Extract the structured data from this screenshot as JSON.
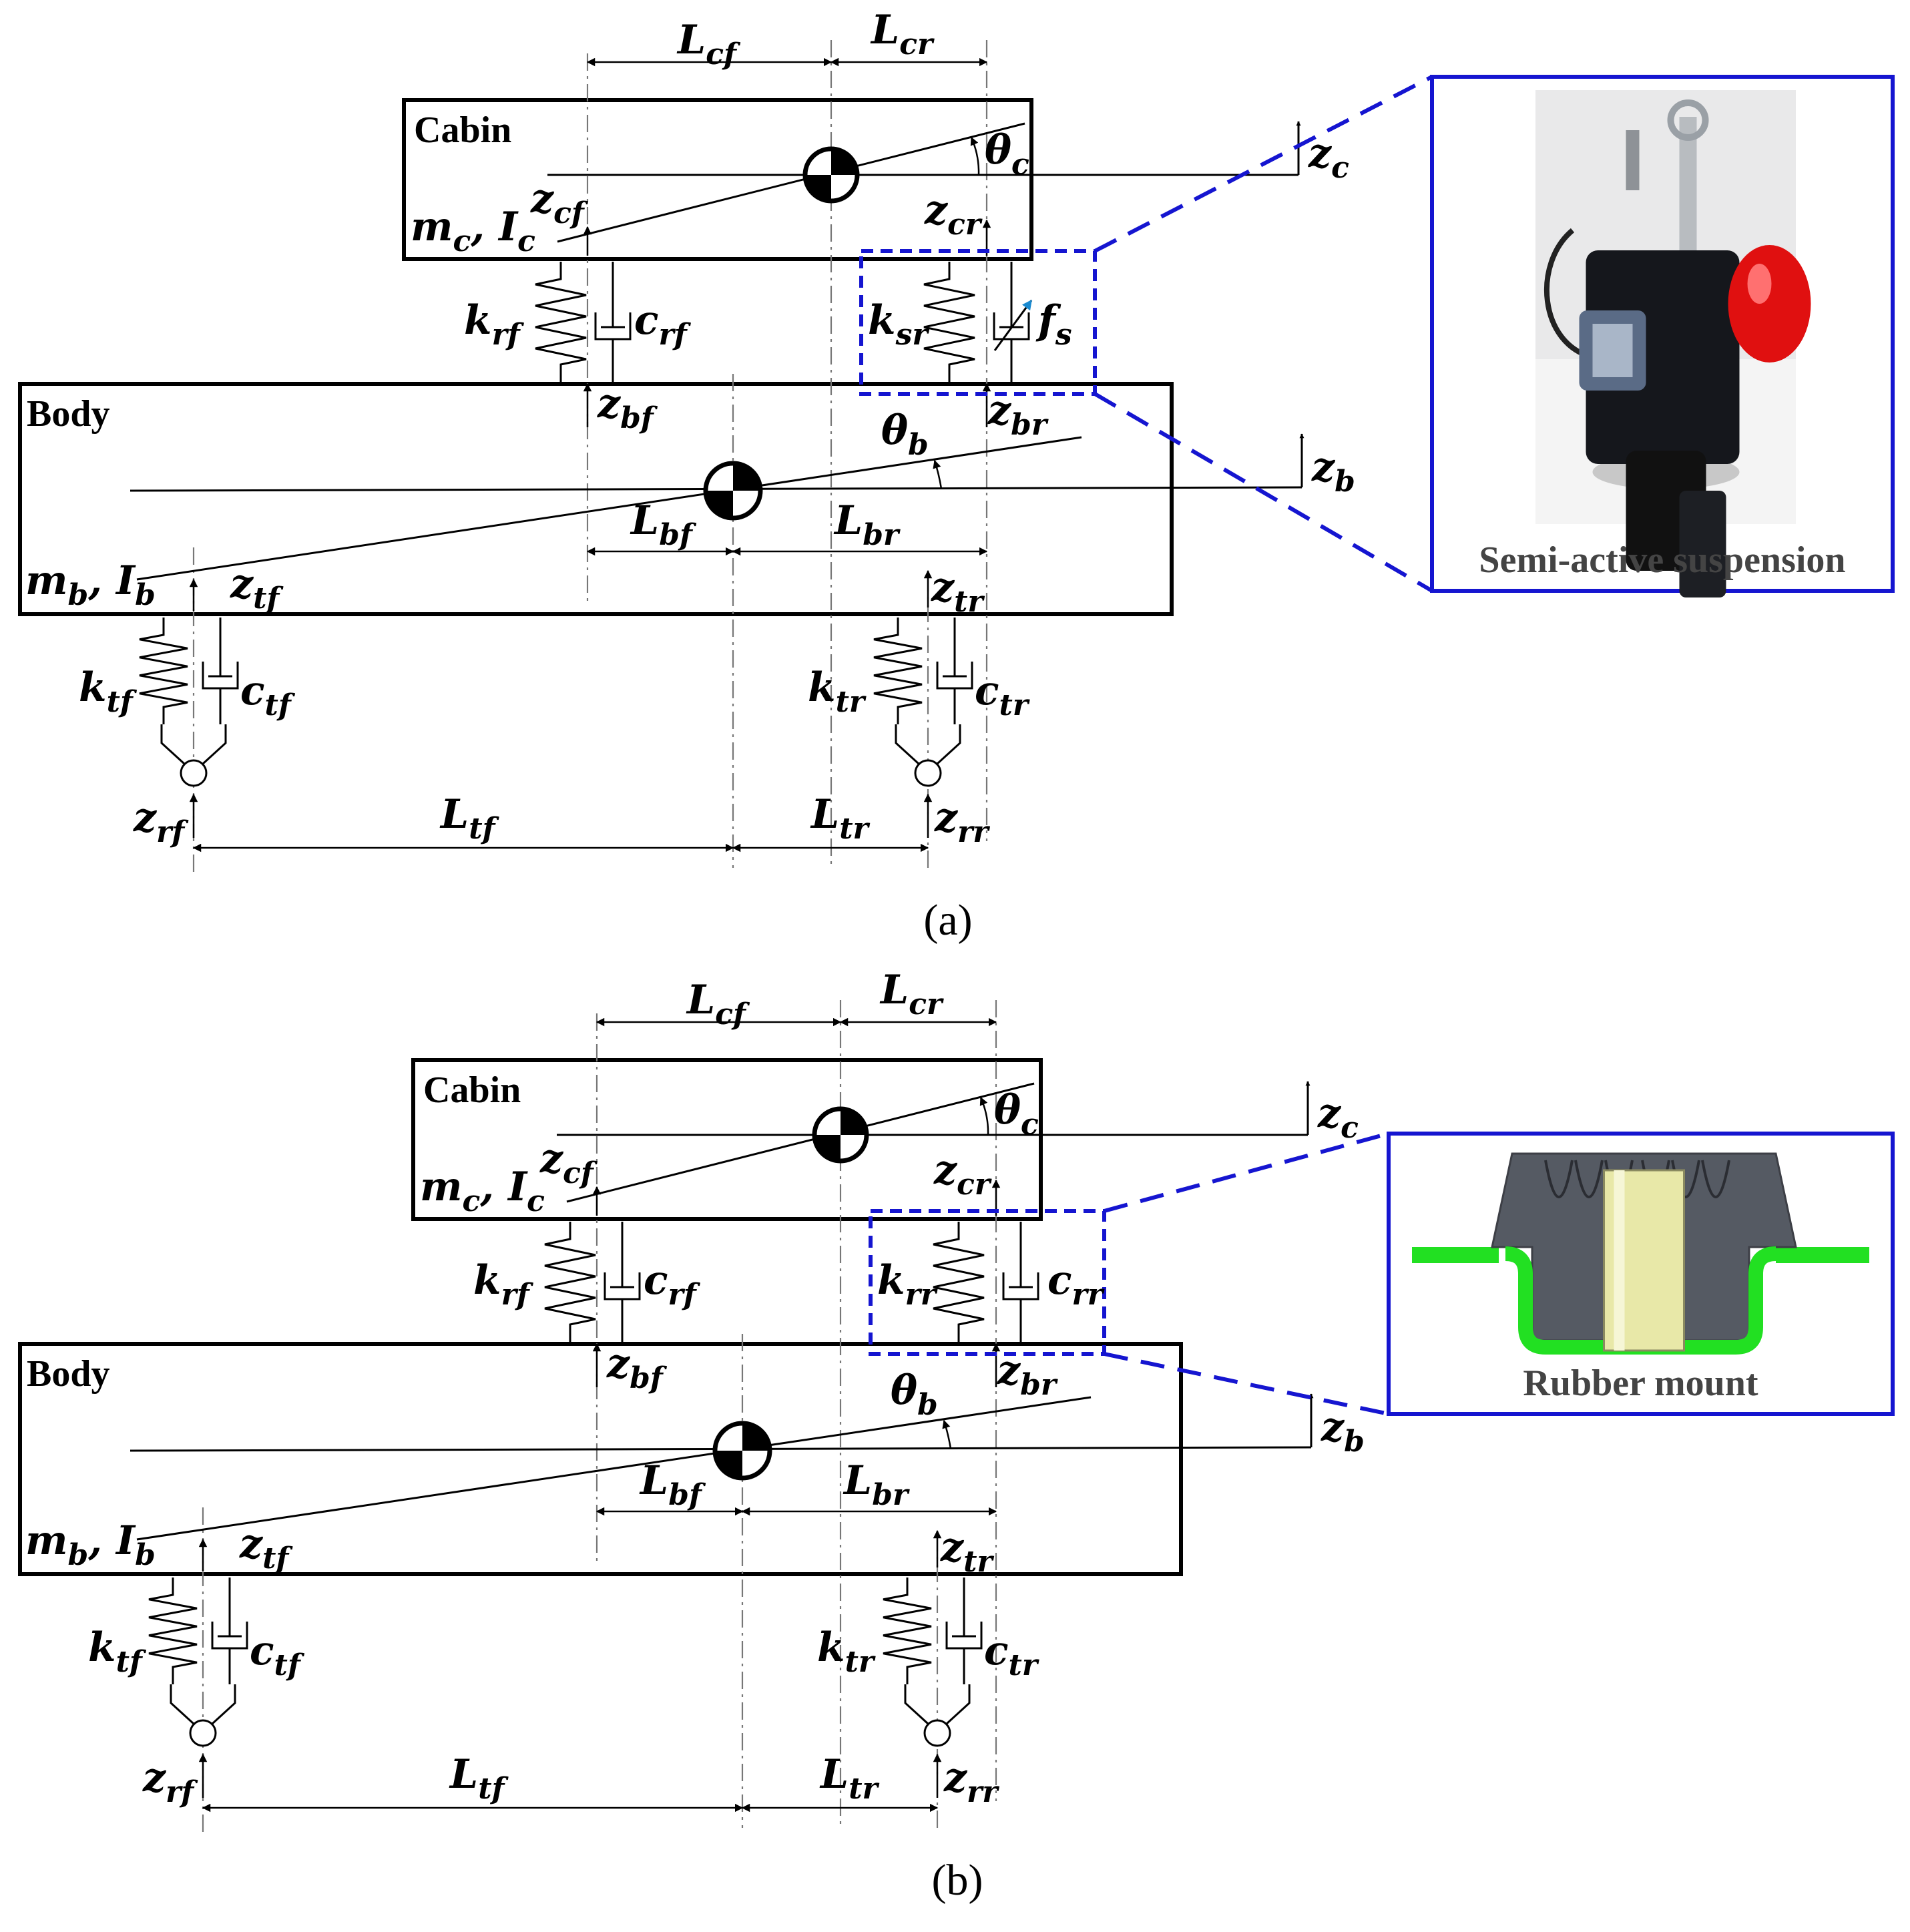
{
  "colors": {
    "highlight": "#1515d0",
    "actuator_arrow": "#1a8ad0",
    "mount_green": "#22e022",
    "sleeve_yellow": "#e8e8a8",
    "rubber_grey": "#555a63",
    "knob_red": "#e01010"
  },
  "panels": [
    {
      "id": "a",
      "panel_label": "(a)",
      "cabin_label": "Cabin",
      "body_label": "Body",
      "cabin_mass": {
        "base1": "m",
        "sub1": "c",
        "mid": ", ",
        "base2": "I",
        "sub2": "c"
      },
      "body_mass": {
        "base1": "m",
        "sub1": "b",
        "mid": ", ",
        "base2": "I",
        "sub2": "b"
      },
      "front_spring": {
        "base": "k",
        "sub": "rf"
      },
      "front_damper": {
        "base": "c",
        "sub": "rf"
      },
      "rear_spring": {
        "base": "k",
        "sub": "sr"
      },
      "rear_element": {
        "base": "f",
        "sub": "s"
      },
      "inset_caption": "Semi-active suspension",
      "inset_image": "semi-active-suspension-photo",
      "inset_icon": "semi-active-damper-icon"
    },
    {
      "id": "b",
      "panel_label": "(b)",
      "cabin_label": "Cabin",
      "body_label": "Body",
      "cabin_mass": {
        "base1": "m",
        "sub1": "c",
        "mid": ", ",
        "base2": "I",
        "sub2": "c"
      },
      "body_mass": {
        "base1": "m",
        "sub1": "b",
        "mid": ", ",
        "base2": "I",
        "sub2": "b"
      },
      "front_spring": {
        "base": "k",
        "sub": "rf"
      },
      "front_damper": {
        "base": "c",
        "sub": "rf"
      },
      "rear_spring": {
        "base": "k",
        "sub": "rr"
      },
      "rear_element": {
        "base": "c",
        "sub": "rr"
      },
      "inset_caption": "Rubber mount",
      "inset_image": "rubber-mount-cross-section",
      "inset_icon": "rubber-mount-icon"
    }
  ],
  "symbols": {
    "L_cf": {
      "base": "L",
      "sub": "cf"
    },
    "L_cr": {
      "base": "L",
      "sub": "cr"
    },
    "theta_c": {
      "base": "θ",
      "sub": "c"
    },
    "z_c": {
      "base": "z",
      "sub": "c"
    },
    "z_cf": {
      "base": "z",
      "sub": "cf"
    },
    "z_cr": {
      "base": "z",
      "sub": "cr"
    },
    "z_bf": {
      "base": "z",
      "sub": "bf"
    },
    "z_br": {
      "base": "z",
      "sub": "br"
    },
    "theta_b": {
      "base": "θ",
      "sub": "b"
    },
    "z_b": {
      "base": "z",
      "sub": "b"
    },
    "L_bf": {
      "base": "L",
      "sub": "bf"
    },
    "L_br": {
      "base": "L",
      "sub": "br"
    },
    "z_tf": {
      "base": "z",
      "sub": "tf"
    },
    "z_tr": {
      "base": "z",
      "sub": "tr"
    },
    "k_tf": {
      "base": "k",
      "sub": "tf"
    },
    "c_tf": {
      "base": "c",
      "sub": "tf"
    },
    "k_tr": {
      "base": "k",
      "sub": "tr"
    },
    "c_tr": {
      "base": "c",
      "sub": "tr"
    },
    "z_rf": {
      "base": "z",
      "sub": "rf"
    },
    "z_rr": {
      "base": "z",
      "sub": "rr"
    },
    "L_tf": {
      "base": "L",
      "sub": "tf"
    },
    "L_tr": {
      "base": "L",
      "sub": "tr"
    }
  }
}
